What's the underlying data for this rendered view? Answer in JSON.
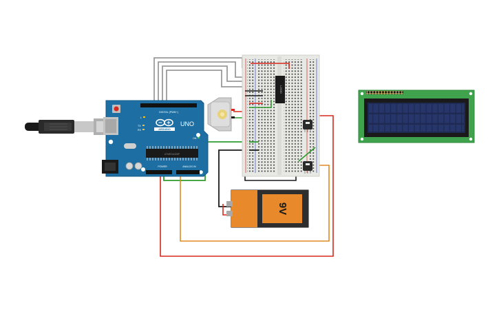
{
  "arduino": {
    "brand": "UNO",
    "maker_badge": "ARDUINO",
    "digital_header_label": "DIGITAL (PWM~)",
    "power_header_label": "POWER",
    "analog_header_label": "ANALOG IN",
    "led_tx": "TX",
    "led_rx": "RX",
    "led_l": "L",
    "on_label": "ON",
    "chip_label": "ATMEGA328P"
  },
  "battery": {
    "label": "9V"
  },
  "ic": {
    "label": "L293D"
  },
  "colors": {
    "arduino_board": "#1d6fa3",
    "breadboard": "#e8e8e4",
    "lcd_pcb": "#3fa34d",
    "lcd_screen": "#1e2a52",
    "battery_body": "#2a2a2a",
    "battery_cap": "#e8892b",
    "wire_red": "#d9261c",
    "wire_green": "#2e9b2e",
    "wire_orange": "#e08a1e",
    "wire_black": "#1a1a1a",
    "wire_gray": "#9a9a9a"
  },
  "components": [
    "arduino-uno",
    "usb-cable",
    "breadboard",
    "dc-motor",
    "motor-driver-ic",
    "transistor-upper",
    "transistor-lower",
    "battery-9v",
    "lcd-16x2"
  ]
}
